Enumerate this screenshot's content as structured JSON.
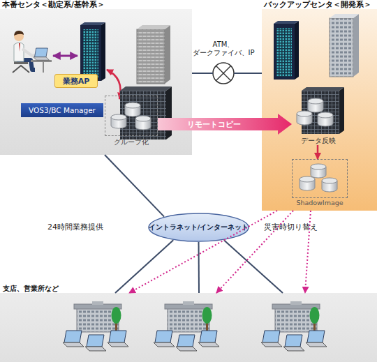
{
  "diagram": {
    "nodes": [
      {
        "text": [
          "本番センタ＜勘定系/基幹系＞"
        ]
      },
      {
        "text": [
          "業務AP"
        ],
        "in": 0
      },
      {
        "text": [
          "VOS3/BC Manager"
        ],
        "in": 0
      },
      {
        "text": [
          "グループ化"
        ],
        "in": 0
      },
      {
        "text": [
          "ATM、 ダークファイバ、IP"
        ]
      },
      {
        "text": [
          "バックアップセンタ＜開発系＞"
        ]
      },
      {
        "text": [
          "データ反映"
        ],
        "in": 5
      },
      {
        "text": [
          "ShadowImage"
        ],
        "in": 5
      },
      {
        "text": [
          "イントラネット/インターネット"
        ]
      },
      {
        "text": [
          "支店、営業所など"
        ]
      }
    ],
    "edges": [
      {
        "from": 0,
        "to": 4,
        "arrow": "none"
      },
      {
        "from": 4,
        "to": 5,
        "arrow": "none"
      },
      {
        "from": 3,
        "to": 6,
        "label": "リモートコピー",
        "arrow": "to"
      },
      {
        "from": 6,
        "to": 7,
        "arrow": "to"
      },
      {
        "from": 0,
        "to": 8,
        "arrow": "none"
      },
      {
        "from": 8,
        "to": 9,
        "arrow": "none"
      },
      {
        "from": 8,
        "to": 9,
        "arrow": "none"
      },
      {
        "from": 8,
        "to": 9,
        "arrow": "none"
      },
      {
        "from": 5,
        "to": 9,
        "arrow": "to"
      },
      {
        "from": 5,
        "to": 9,
        "arrow": "to"
      },
      {
        "from": 5,
        "to": 9,
        "arrow": "to"
      }
    ],
    "labels": [
      "24時間業務提供",
      "災害時切り替え"
    ]
  }
}
